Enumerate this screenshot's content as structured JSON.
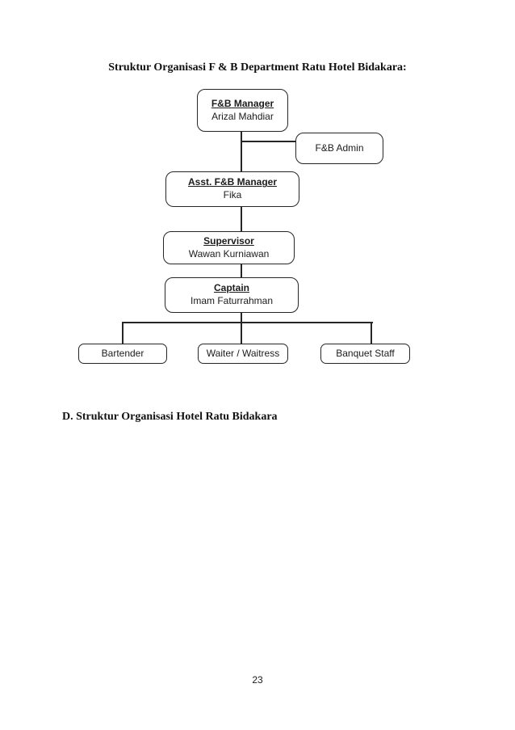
{
  "document": {
    "title": "Struktur Organisasi F & B Department Ratu Hotel Bidakara:",
    "section_heading": "D. Struktur Organisasi Hotel Ratu Bidakara",
    "page_number": "23"
  },
  "org_chart": {
    "nodes": {
      "fb_manager": {
        "title": "F&B Manager",
        "name": "Arizal Mahdiar"
      },
      "fb_admin": {
        "title": "F&B Admin"
      },
      "asst_fb_manager": {
        "title": "Asst. F&B Manager",
        "name": "Fika"
      },
      "supervisor": {
        "title": "Supervisor",
        "name": "Wawan Kurniawan"
      },
      "captain": {
        "title": "Captain",
        "name": "Imam Faturrahman"
      },
      "bartender": {
        "title": "Bartender"
      },
      "waiter": {
        "title": "Waiter / Waitress"
      },
      "banquet_staff": {
        "title": "Banquet Staff"
      }
    }
  },
  "colors": {
    "line": "#262626",
    "text": "#1c1c1c",
    "background": "#ffffff"
  }
}
